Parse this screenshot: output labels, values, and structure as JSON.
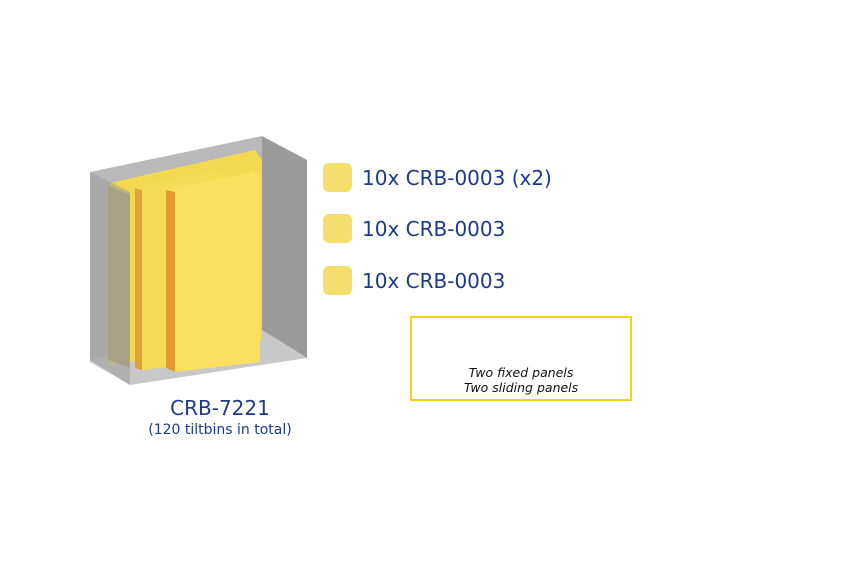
{
  "legend": [
    {
      "label": "10x CRB-0003 (x2)"
    },
    {
      "label": "10x CRB-0003"
    },
    {
      "label": "10x CRB-0003"
    }
  ],
  "product": {
    "model": "CRB-7221",
    "subtitle": "(120 tiltbins in total)"
  },
  "note": {
    "line1": "Two fixed panels",
    "line2": "Two sliding panels"
  },
  "colors": {
    "panel": "#f5df6c",
    "text": "#1b3a8f",
    "border": "#f3d41a"
  }
}
